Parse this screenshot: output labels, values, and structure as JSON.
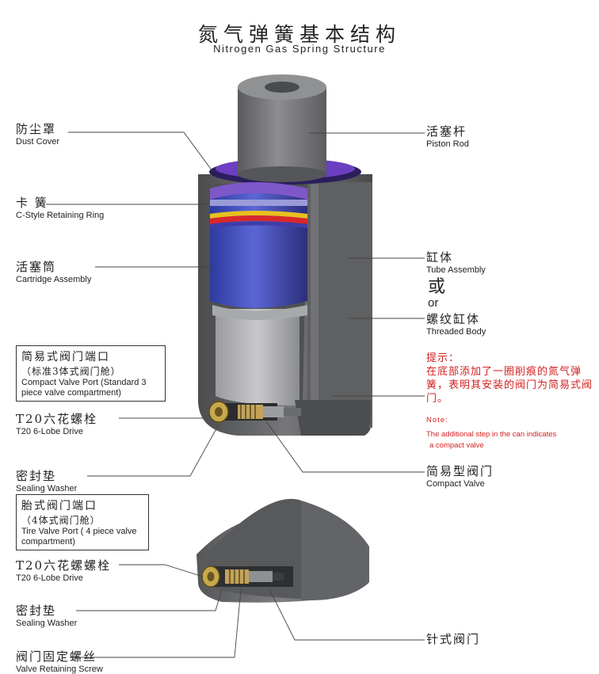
{
  "title": {
    "cn": "氮气弹簧基本结构",
    "en": "Nitrogen Gas Spring Structure"
  },
  "labels": {
    "dust_cover": {
      "cn": "防尘罩",
      "en": "Dust Cover"
    },
    "retaining_ring": {
      "cn": "卡  簧",
      "en": "C-Style Retaining Ring"
    },
    "cartridge": {
      "cn": "活塞筒",
      "en": "Cartridge Assembly"
    },
    "compact_port": {
      "cn": "简易式阀门端口",
      "sub": "（标准3体式阀门舱）",
      "en": "Compact Valve Port (Standard 3 piece valve compartment)"
    },
    "t20_a": {
      "cn": "T20六花螺栓",
      "en": "T20 6-Lobe Drive"
    },
    "washer_a": {
      "cn": "密封垫",
      "en": "Sealing Washer"
    },
    "tire_port": {
      "cn": "胎式阀门端口",
      "sub": "（4体式阀门舱）",
      "en": "Tire Valve Port ( 4 piece valve compartment)"
    },
    "t20_b": {
      "cn": "T20六花螺螺栓",
      "en": "T20 6-Lobe Drive"
    },
    "washer_b": {
      "cn": "密封垫",
      "en": "Sealing Washer"
    },
    "retaining_screw": {
      "cn": "阀门固定螺丝",
      "en": "Valve Retaining Screw"
    },
    "piston_rod": {
      "cn": "活塞杆",
      "en": "Piston Rod"
    },
    "tube": {
      "cn": "缸体",
      "en": "Tube Assembly"
    },
    "or": {
      "cn": "或",
      "en": "or"
    },
    "threaded": {
      "cn": "螺纹缸体",
      "en": "Threaded Body"
    },
    "compact_valve": {
      "cn": "简易型阀门",
      "en": "Compact Valve"
    },
    "pin_valve": {
      "cn": "针式阀门"
    }
  },
  "note": {
    "cn_heading": "提示：",
    "cn_body": "在底部添加了一圈削痕的氮气弹簧，表明其安装的阀门为简易式阀门。",
    "en_heading": "Note:",
    "en_body_1": "The additional step in the can indicates",
    "en_body_2": "a compact valve"
  },
  "colors": {
    "body_gray": "#6d6e70",
    "dark_gray": "#3d3e40",
    "purple": "#4b2d8f",
    "blue": "#4a55c8",
    "note_red": "#d42020"
  }
}
